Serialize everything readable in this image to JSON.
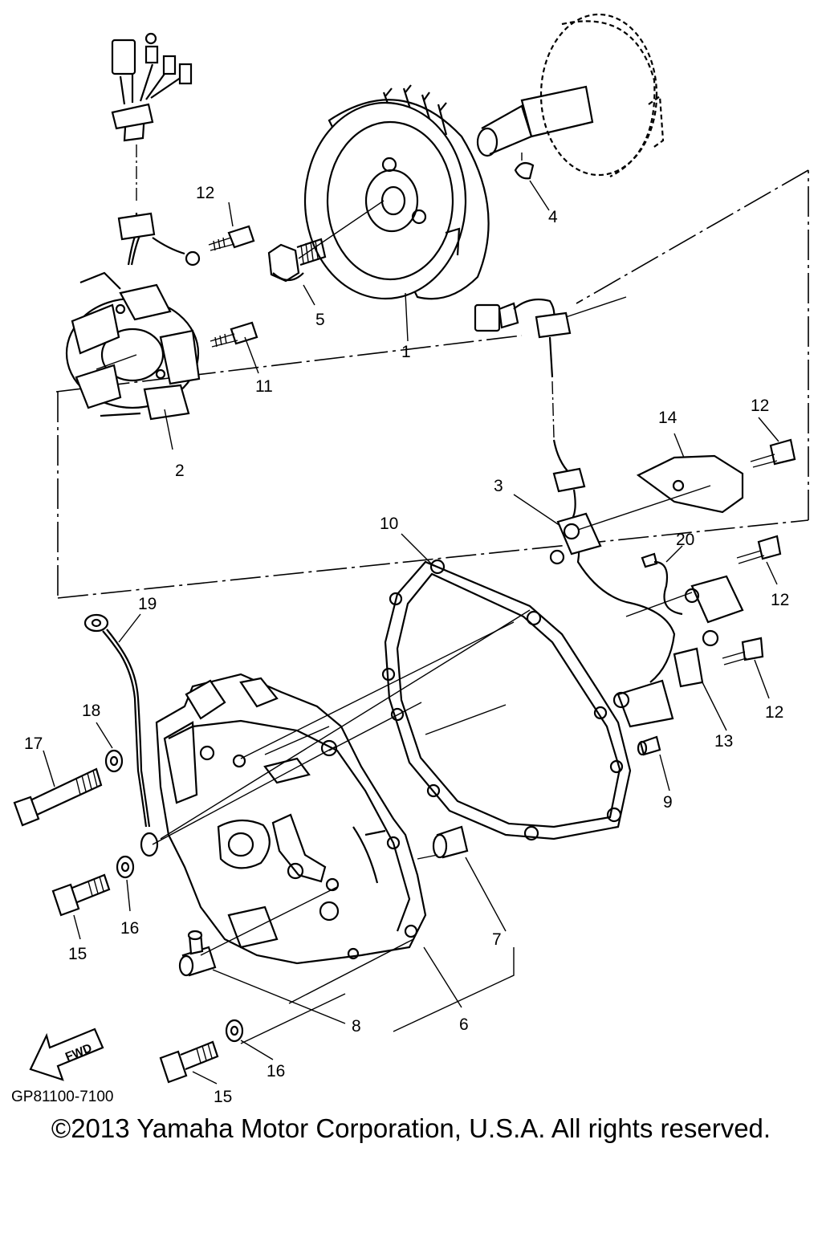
{
  "diagram": {
    "part_labels": [
      "1",
      "2",
      "3",
      "4",
      "5",
      "6",
      "7",
      "8",
      "9",
      "10",
      "11",
      "12",
      "12",
      "12",
      "12",
      "13",
      "14",
      "15",
      "15",
      "16",
      "16",
      "17",
      "18",
      "19",
      "20"
    ],
    "drawing_code": "GP81100-7100",
    "fwd_label": "FWD",
    "copyright": "©2013 Yamaha Motor Corporation, U.S.A. All rights reserved."
  }
}
